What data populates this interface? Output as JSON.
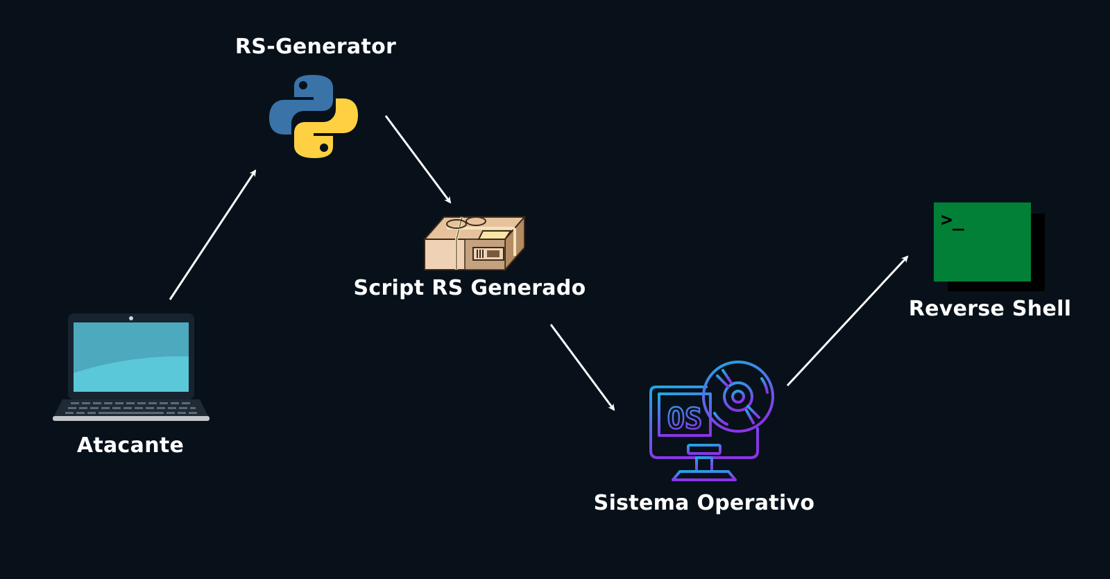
{
  "nodes": {
    "attacker": {
      "label": "Atacante",
      "icon": "laptop-icon"
    },
    "generator": {
      "label": "RS-Generator",
      "icon": "python-logo-icon"
    },
    "script": {
      "label": "Script RS Generado",
      "icon": "package-box-icon"
    },
    "os": {
      "label": "Sistema Operativo",
      "icon": "os-monitor-disc-icon",
      "text": "OS"
    },
    "shell": {
      "label": "Reverse Shell",
      "icon": "terminal-icon",
      "prompt": ">_"
    }
  },
  "colors": {
    "background": "#08111a",
    "arrow": "#ffffff",
    "terminal": "#028037",
    "os_gradient_start": "#21a8e6",
    "os_gradient_end": "#8b34e8",
    "python_blue": "#3a73a8",
    "python_yellow": "#ffd041"
  }
}
